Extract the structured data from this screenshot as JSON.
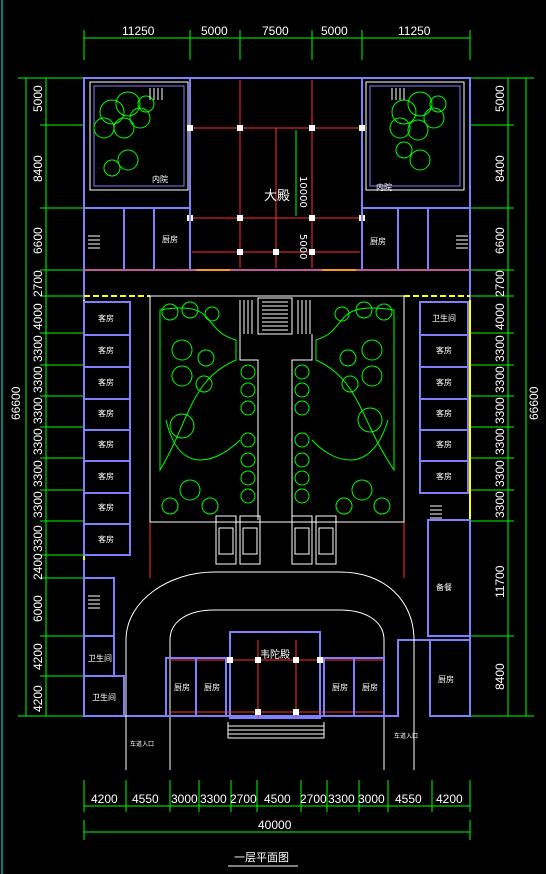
{
  "dimensions": {
    "top": [
      "11250",
      "5000",
      "7500",
      "5000",
      "11250"
    ],
    "bottom": [
      "4200",
      "4550",
      "3000",
      "3300",
      "2700",
      "4500",
      "2700",
      "3300",
      "3000",
      "4550",
      "4200"
    ],
    "total_width": "40000",
    "left": [
      "5000",
      "8400",
      "6600",
      "2700",
      "4000",
      "3300",
      "3300",
      "3300",
      "3300",
      "3300",
      "3300",
      "3300",
      "2400",
      "6000",
      "4200",
      "4200"
    ],
    "right": [
      "5000",
      "8400",
      "6600",
      "2700",
      "4000",
      "3300",
      "3300",
      "3300",
      "3300",
      "3300",
      "3300",
      "11700",
      "8400"
    ],
    "total_height": "66600",
    "hall_vertical": [
      "10000",
      "5000"
    ]
  },
  "rooms": {
    "main_hall": "大殿",
    "weituo_hall": "韦陀殿",
    "courtyard_left": "内院",
    "courtyard_right": "内院",
    "kitchen": "厨房",
    "guest_room": "客房",
    "toilet": "卫生间",
    "storage": "备餐",
    "entrance_left": "车道入口",
    "entrance_right": "车道入口"
  },
  "title": "一层平面图"
}
